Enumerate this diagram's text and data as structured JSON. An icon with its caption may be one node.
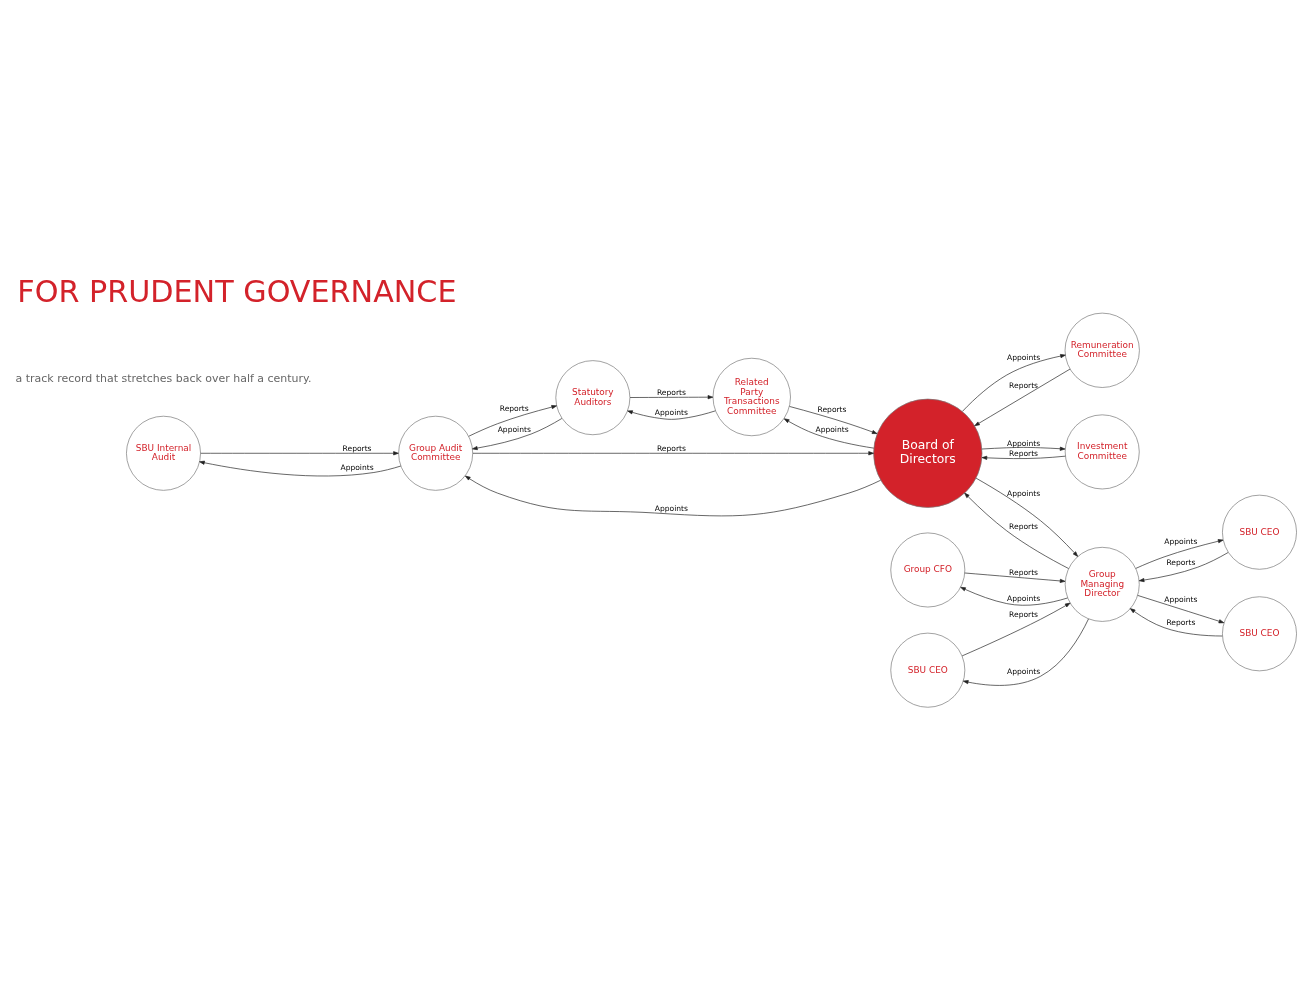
{
  "diagram": {
    "title": "FOR PRUDENT GOVERNANCE",
    "nodes": [
      {
        "text": [
          "SBU Internal Audit"
        ]
      },
      {
        "text": [
          "Group Audit Committee"
        ]
      },
      {
        "text": [
          "Statutory Auditors"
        ]
      },
      {
        "text": [
          "Group CFO"
        ]
      },
      {
        "text": [
          "SBU CEO"
        ]
      },
      {
        "text": [
          "Related Party Transactions Committee"
        ]
      },
      {
        "text": [
          "Board of Directors"
        ]
      },
      {
        "text": [
          "Group Managing Director"
        ]
      },
      {
        "text": [
          "SBU CEO"
        ]
      },
      {
        "text": [
          "Remuneration Committee"
        ]
      },
      {
        "text": [
          "Investment Committee"
        ]
      },
      {
        "text": [
          "SBU CEO"
        ]
      }
    ],
    "edges": [
      {
        "from": 1,
        "to": 0,
        "arrow": "to",
        "label": "Appoints"
      },
      {
        "from": 0,
        "to": 1,
        "arrow": "to",
        "label": "Reports"
      },
      {
        "from": 2,
        "to": 1,
        "arrow": "to",
        "label": "Appoints"
      },
      {
        "from": 1,
        "to": 2,
        "arrow": "to",
        "label": "Reports"
      },
      {
        "from": 6,
        "to": 1,
        "arrow": "to",
        "label": "Appoints"
      },
      {
        "from": 1,
        "to": 6,
        "arrow": "to",
        "label": "Reports"
      },
      {
        "from": 7,
        "to": 3,
        "arrow": "to",
        "label": "Appoints"
      },
      {
        "from": 3,
        "to": 7,
        "arrow": "to",
        "label": "Reports"
      },
      {
        "from": 7,
        "to": 4,
        "arrow": "to",
        "label": "Appoints"
      },
      {
        "from": 4,
        "to": 7,
        "arrow": "to",
        "label": "Reports"
      },
      {
        "from": 5,
        "to": 2,
        "arrow": "to",
        "label": "Appoints"
      },
      {
        "from": 2,
        "to": 5,
        "arrow": "to",
        "label": "Reports"
      },
      {
        "from": 6,
        "to": 5,
        "arrow": "to",
        "label": "Appoints"
      },
      {
        "from": 5,
        "to": 6,
        "arrow": "to",
        "label": "Reports"
      },
      {
        "from": 6,
        "to": 7,
        "arrow": "to",
        "label": "Appoints"
      },
      {
        "from": 7,
        "to": 6,
        "arrow": "to",
        "label": "Reports"
      },
      {
        "from": 7,
        "to": 8,
        "arrow": "to",
        "label": "Appoints"
      },
      {
        "from": 8,
        "to": 7,
        "arrow": "to",
        "label": "Reports"
      },
      {
        "from": 6,
        "to": 10,
        "arrow": "to",
        "label": "Appoints"
      },
      {
        "from": 10,
        "to": 6,
        "arrow": "to",
        "label": "Reports"
      },
      {
        "from": 6,
        "to": 9,
        "arrow": "to",
        "label": "Appoints"
      },
      {
        "from": 9,
        "to": 6,
        "arrow": "to",
        "label": "Reports"
      },
      {
        "from": 7,
        "to": 11,
        "arrow": "to",
        "label": "Appoints"
      },
      {
        "from": 11,
        "to": 7,
        "arrow": "to",
        "label": "Reports"
      }
    ],
    "labels": [
      "a track record that stretches back over half a century."
    ]
  }
}
